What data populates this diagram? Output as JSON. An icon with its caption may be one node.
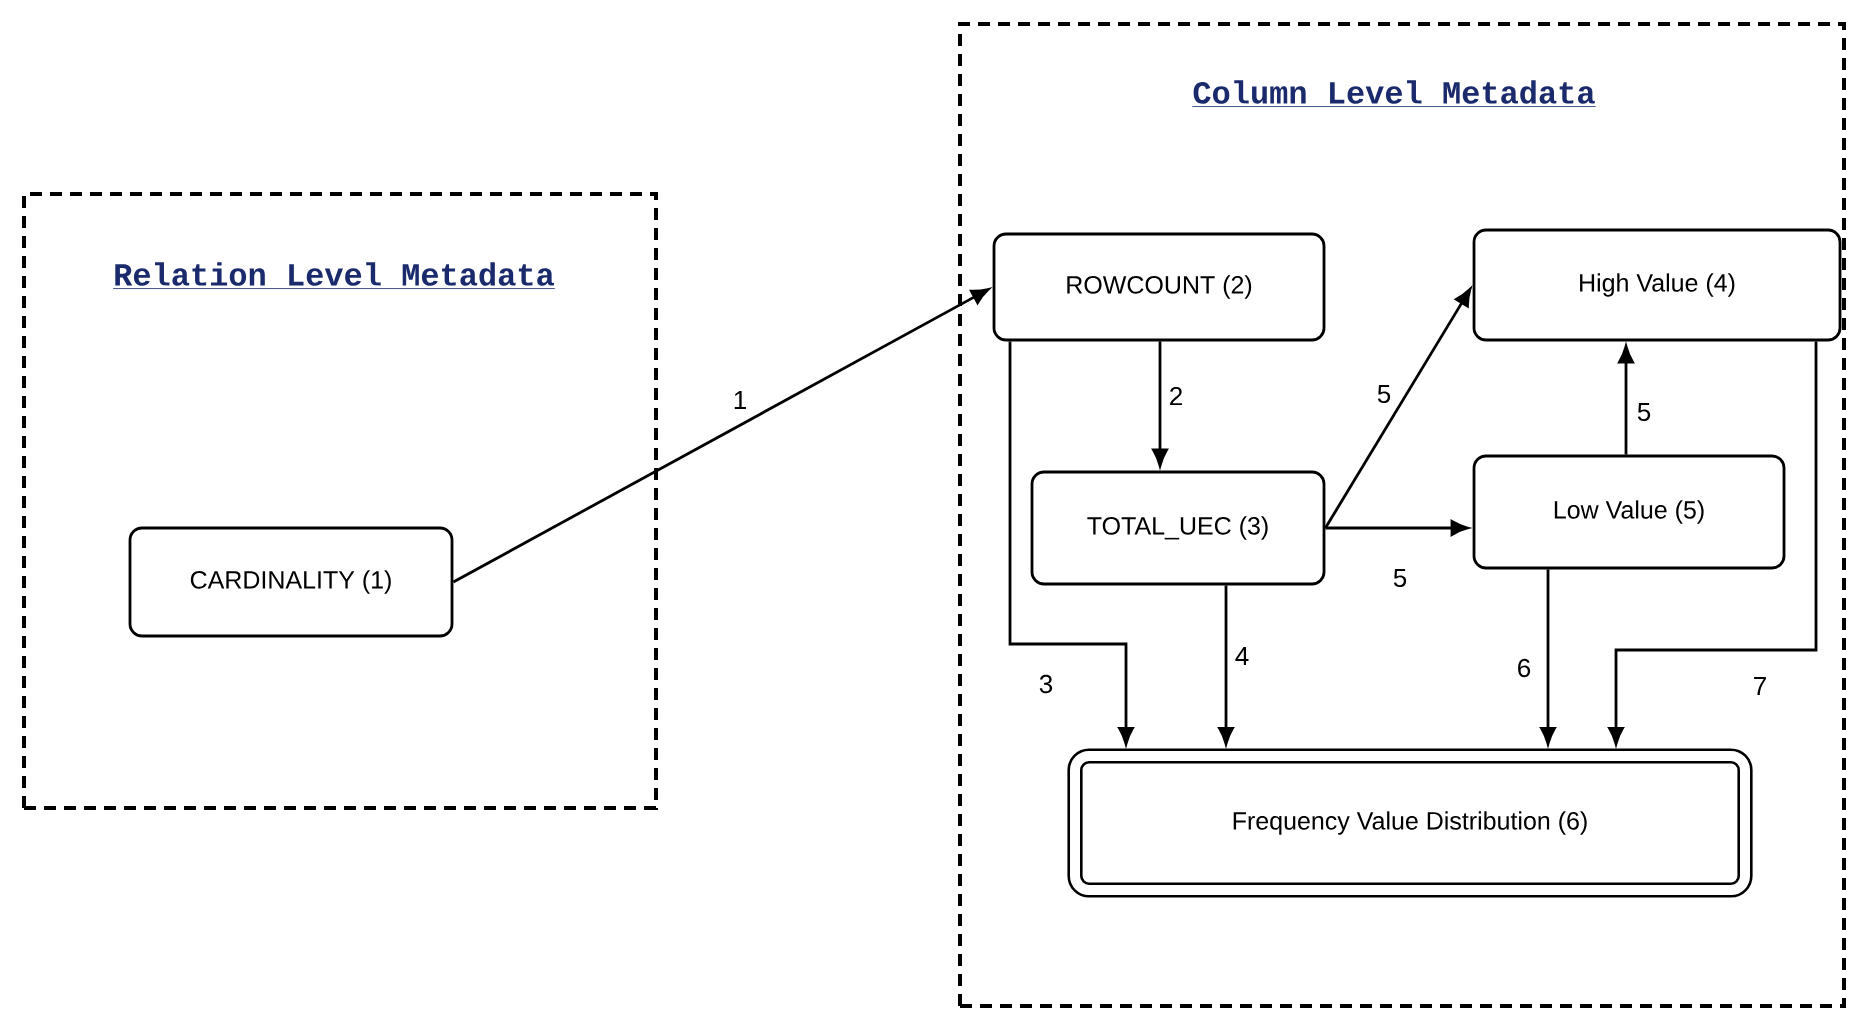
{
  "diagram": {
    "nodes": [
      {
        "text": [
          "Relation Level Metadata"
        ]
      },
      {
        "text": [
          "CARDINALITY (1)"
        ],
        "in": 0
      },
      {
        "text": [
          "Column Level Metadata"
        ]
      },
      {
        "text": [
          "ROWCOUNT (2)"
        ],
        "in": 2
      },
      {
        "text": [
          "TOTAL_UEC (3)"
        ],
        "in": 2
      },
      {
        "text": [
          "High Value (4)"
        ],
        "in": 2
      },
      {
        "text": [
          "Low Value (5)"
        ],
        "in": 2
      },
      {
        "text": [
          "Frequency Value Distribution (6)"
        ],
        "in": 2
      }
    ],
    "edges": [
      {
        "from": 1,
        "to": 3,
        "arrow": "to",
        "label": "1"
      },
      {
        "from": 3,
        "to": 4,
        "arrow": "to",
        "label": "2"
      },
      {
        "from": 3,
        "to": 7,
        "arrow": "to",
        "label": "3"
      },
      {
        "from": 4,
        "to": 5,
        "arrow": "to",
        "label": "5"
      },
      {
        "from": 4,
        "to": 6,
        "arrow": "to",
        "label": "5"
      },
      {
        "from": 6,
        "to": 5,
        "arrow": "to",
        "label": "5"
      },
      {
        "from": 4,
        "to": 7,
        "arrow": "to",
        "label": "4"
      },
      {
        "from": 6,
        "to": 7,
        "arrow": "to",
        "label": "6"
      },
      {
        "from": 5,
        "to": 7,
        "arrow": "to",
        "label": "7"
      }
    ]
  }
}
